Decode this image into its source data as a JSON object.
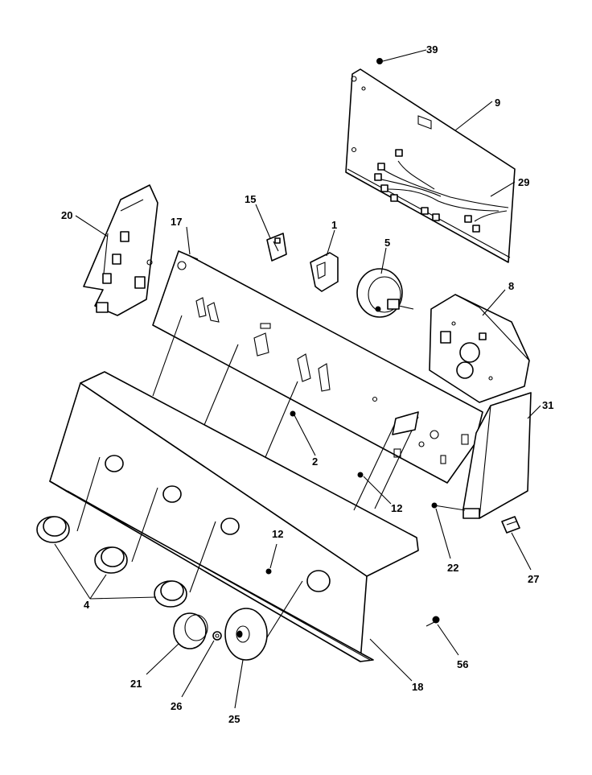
{
  "callouts": {
    "c39": "39",
    "c9": "9",
    "c29": "29",
    "c20": "20",
    "c15": "15",
    "c17": "17",
    "c1": "1",
    "c5": "5",
    "c8": "8",
    "c31": "31",
    "c2": "2",
    "c12a": "12",
    "c12b": "12",
    "c22": "22",
    "c27": "27",
    "c4": "4",
    "c56": "56",
    "c21": "21",
    "c26": "26",
    "c25": "25",
    "c18": "18"
  },
  "colors": {
    "line": "#000000",
    "background": "#ffffff"
  }
}
